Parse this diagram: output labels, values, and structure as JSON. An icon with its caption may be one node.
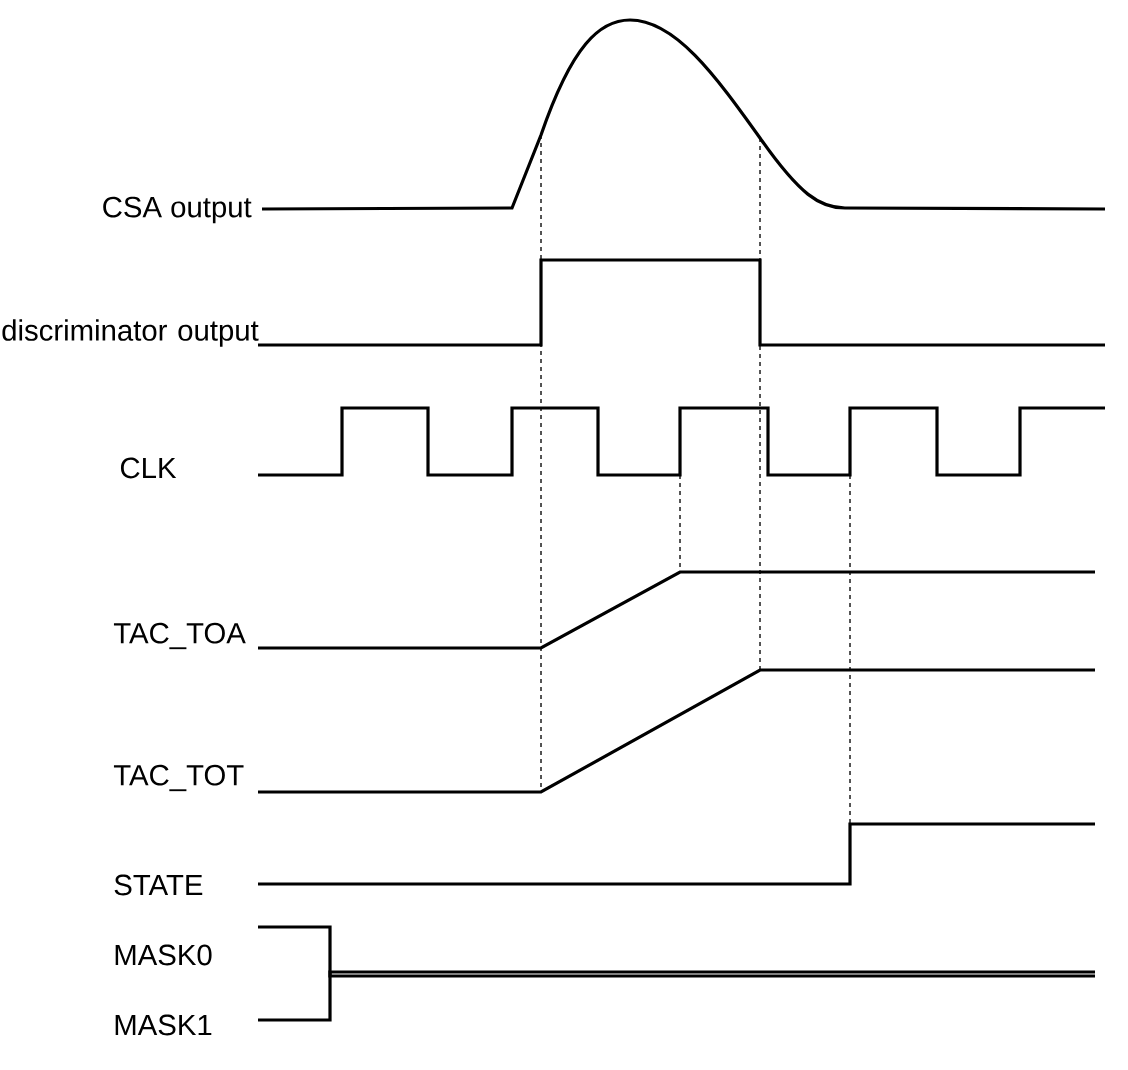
{
  "diagram": {
    "labels": [
      "CSA output",
      "discriminator output",
      "CLK",
      "TAC_TOA",
      "TAC_TOT",
      "STATE",
      "MASK0",
      "MASK1"
    ]
  }
}
